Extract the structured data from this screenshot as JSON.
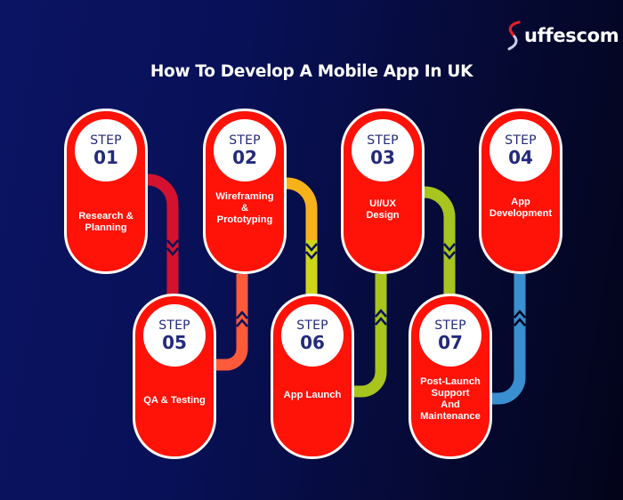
{
  "brand": {
    "logo_text": "uffescom",
    "logo_mark": "S"
  },
  "title": "How To Develop A Mobile App In UK",
  "colors": {
    "background_start": "#0b1463",
    "background_end": "#03041a",
    "pill_fill": "#ff1207",
    "pill_border": "#ffffff",
    "badge_text": "#232a7a",
    "connector_1_5": "#d4122f",
    "connector_2_6_top": "#f7b21b",
    "connector_2_6_bottom": "#ff5a3a",
    "connector_3_7": "#a8c41e",
    "connector_6_low": "#cfd61a",
    "connector_4_7": "#3a8fd0"
  },
  "steps": [
    {
      "step_word": "STEP",
      "number": "01",
      "label": "Research &\nPlanning"
    },
    {
      "step_word": "STEP",
      "number": "02",
      "label": "Wireframing\n&\nPrototyping"
    },
    {
      "step_word": "STEP",
      "number": "03",
      "label": "UI/UX\nDesign"
    },
    {
      "step_word": "STEP",
      "number": "04",
      "label": "App\nDevelopment"
    },
    {
      "step_word": "STEP",
      "number": "05",
      "label": "QA & Testing"
    },
    {
      "step_word": "STEP",
      "number": "06",
      "label": "App Launch"
    },
    {
      "step_word": "STEP",
      "number": "07",
      "label": "Post-Launch\nSupport\nAnd\nMaintenance"
    }
  ]
}
